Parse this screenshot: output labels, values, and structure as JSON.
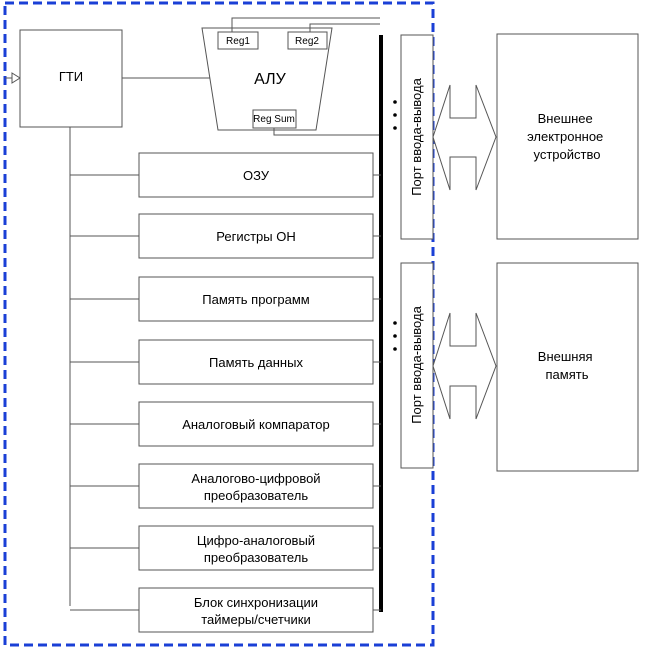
{
  "generator": "ГТИ",
  "alu": {
    "label": "АЛУ",
    "reg1": "Reg1",
    "reg2": "Reg2",
    "regsum": "Reg Sum"
  },
  "blocks": [
    {
      "lines": [
        "ОЗУ"
      ]
    },
    {
      "lines": [
        "Регистры ОН"
      ]
    },
    {
      "lines": [
        "Память программ"
      ]
    },
    {
      "lines": [
        "Память данных"
      ]
    },
    {
      "lines": [
        "Аналоговый компаратор"
      ]
    },
    {
      "lines": [
        "Аналогово-цифровой",
        "преобразователь"
      ]
    },
    {
      "lines": [
        "Цифро-аналоговый",
        "преобразователь"
      ]
    },
    {
      "lines": [
        "Блок синхронизации",
        "таймеры/счетчики"
      ]
    }
  ],
  "ports": [
    {
      "label": "Порт ввода-вывода"
    },
    {
      "label": "Порт ввода-вывода"
    }
  ],
  "external": [
    {
      "lines": [
        "Внешнее",
        "электронное",
        "устройство"
      ]
    },
    {
      "lines": [
        "Внешняя",
        "память"
      ]
    }
  ],
  "colors": {
    "boundary": "#1a3fd6",
    "line": "#555555",
    "bus": "#000000"
  }
}
